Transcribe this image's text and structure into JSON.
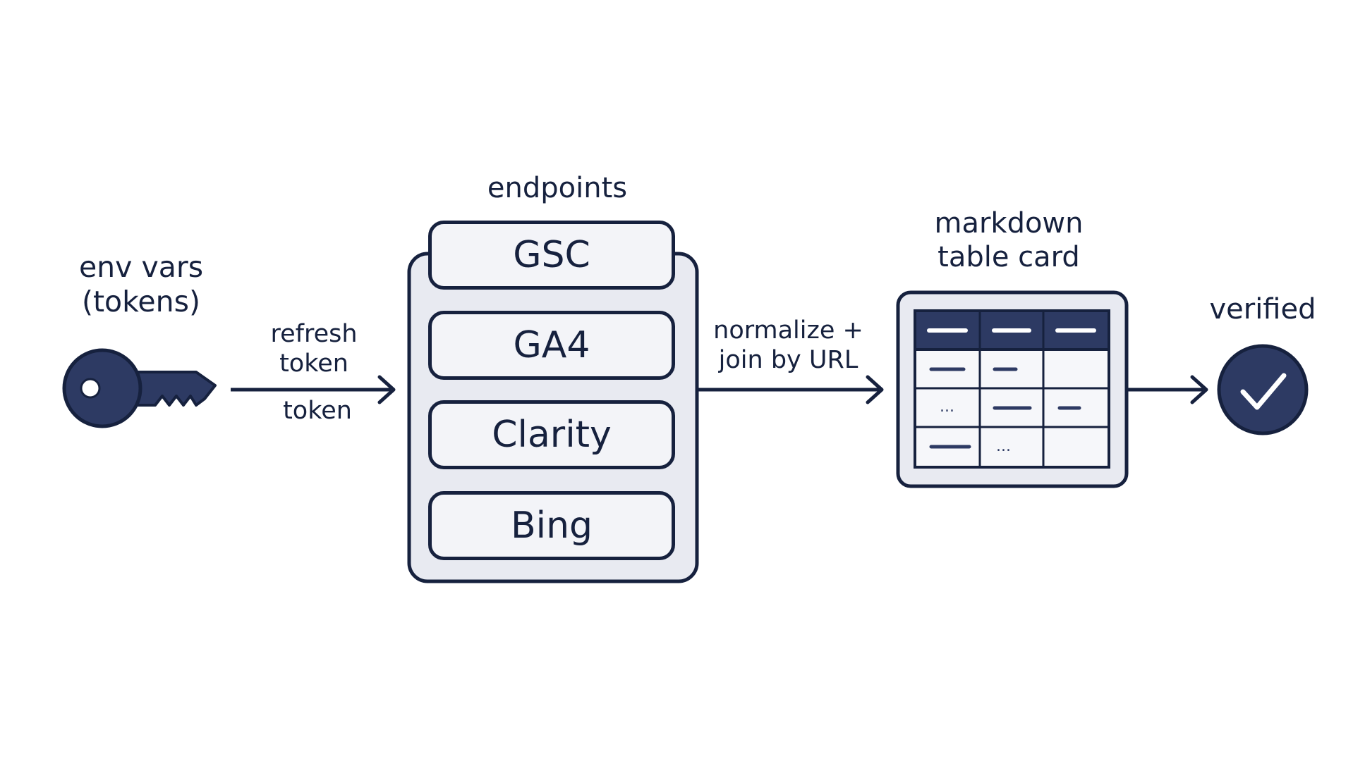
{
  "env_vars": {
    "lines": [
      "env vars",
      "(tokens)"
    ],
    "icon": "key-icon"
  },
  "arrow_refresh": {
    "label_lines": [
      "refresh",
      "token"
    ],
    "below_label": "token"
  },
  "endpoints": {
    "title": "endpoints",
    "items": [
      "GSC",
      "GA4",
      "Clarity",
      "Bing"
    ]
  },
  "arrow_normalize": {
    "label_lines": [
      "normalize +",
      "join by URL"
    ]
  },
  "markdown_card": {
    "title_lines": [
      "markdown",
      "table card"
    ],
    "cells": [
      [
        "—",
        "—",
        "—"
      ],
      [
        "—",
        "—",
        ""
      ],
      [
        "...",
        "—",
        "—"
      ],
      [
        "—",
        "...",
        ""
      ]
    ]
  },
  "verified": {
    "label": "verified",
    "icon": "checkmark-icon"
  },
  "colors": {
    "primary": "#16213e",
    "navy_fill": "#2d3a63",
    "panel_bg": "#e8eaf1",
    "card_bg": "#f3f4f8"
  }
}
